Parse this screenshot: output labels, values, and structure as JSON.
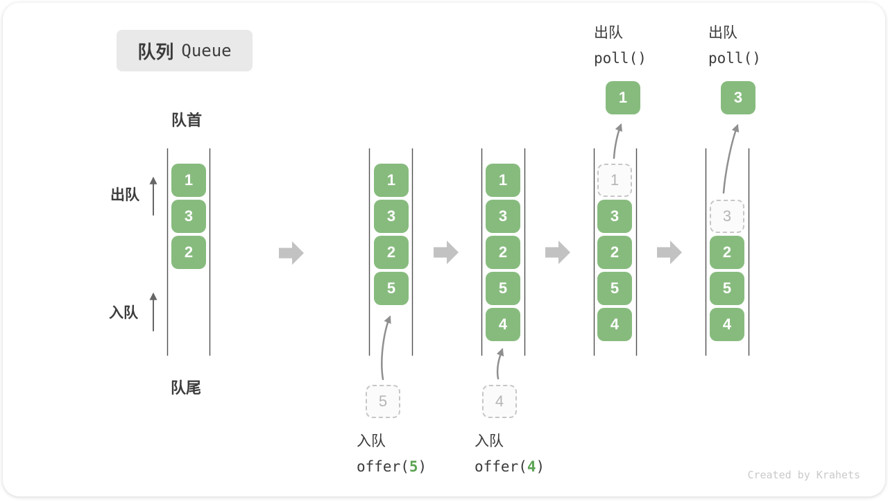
{
  "title": {
    "cn": "队列",
    "en": "Queue"
  },
  "side_labels": {
    "front": "队首",
    "rear": "队尾",
    "dequeue": "出队",
    "enqueue": "入队"
  },
  "columns": [
    {
      "cells": [
        "1",
        "3",
        "2"
      ]
    },
    {
      "cells": [
        "1",
        "3",
        "2",
        "5"
      ],
      "ghost": "5",
      "op": {
        "name": "入队",
        "fn_pre": "offer(",
        "arg": "5",
        "fn_post": ")"
      }
    },
    {
      "cells": [
        "1",
        "3",
        "2",
        "5",
        "4"
      ],
      "ghost": "4",
      "op": {
        "name": "入队",
        "fn_pre": "offer(",
        "arg": "4",
        "fn_post": ")"
      }
    },
    {
      "cells": [
        "3",
        "2",
        "5",
        "4"
      ],
      "ghost": "1",
      "popped": "1",
      "op": {
        "name": "出队",
        "fn": "poll()"
      }
    },
    {
      "cells": [
        "2",
        "5",
        "4"
      ],
      "ghost": "3",
      "popped": "3",
      "op": {
        "name": "出队",
        "fn": "poll()"
      }
    }
  ],
  "watermark": "Created by Krahets",
  "colors": {
    "cell_fill": "#87BB7E",
    "arg_text": "#5BA352",
    "block_arrow": "#C2C2C2",
    "ghost_border": "#C6C6C6",
    "ghost_text": "#B5B5B5",
    "channel_line": "#4F4F4F",
    "curved_arrow": "#8F8F8F",
    "text_dark": "#3A3A3A",
    "title_bg": "#E9E9E9"
  }
}
